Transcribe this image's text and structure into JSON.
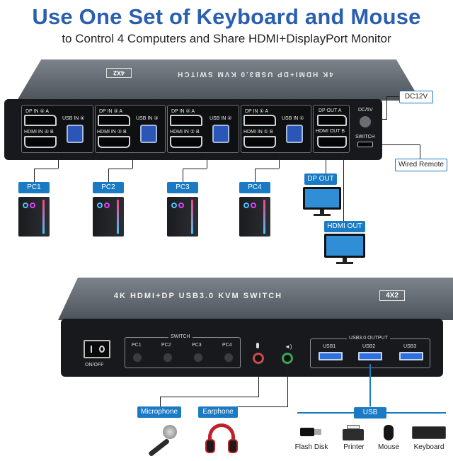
{
  "headline": {
    "title": "Use One Set of Keyboard and Mouse",
    "subtitle": "to Control 4 Computers and Share HDMI+DisplayPort Monitor"
  },
  "rear": {
    "product_label": "4K HDMI+DP USB3.0 KVM SWITCH",
    "model_badge": "4X2",
    "groups": [
      {
        "dp": "DP IN ④ A",
        "hdmi": "HDMI IN ④ B",
        "usb": "USB IN ④"
      },
      {
        "dp": "DP IN ③ A",
        "hdmi": "HDMI IN ③ B",
        "usb": "USB IN ③"
      },
      {
        "dp": "DP IN ② A",
        "hdmi": "HDMI IN ② B",
        "usb": "USB IN ②"
      },
      {
        "dp": "DP IN ① A",
        "hdmi": "HDMI IN ① B",
        "usb": "USB IN ①"
      }
    ],
    "dp_out": "DP OUT A",
    "hdmi_out": "HDMI OUT B",
    "dc_port": "DC/5V",
    "switch_port": "SWITCH",
    "dc_tag": "DC12V",
    "remote_tag": "Wired Remote",
    "pcs": [
      "PC1",
      "PC2",
      "PC3",
      "PC4"
    ],
    "dp_out_tag": "DP OUT",
    "hdmi_out_tag": "HDMI OUT"
  },
  "front": {
    "product_label": "4K HDMI+DP USB3.0 KVM SWITCH",
    "model_badge": "4X2",
    "power_label": "ON/OFF",
    "switch_group": "SWITCH",
    "buttons": [
      "PC1",
      "PC2",
      "PC3",
      "PC4"
    ],
    "usb_group": "USB3.0 OUTPUT",
    "usb_ports": [
      "USB1",
      "USB2",
      "USB3"
    ],
    "microphone_tag": "Microphone",
    "earphone_tag": "Earphone",
    "usb_tag": "USB",
    "peripherals": [
      "Flash Disk",
      "Printer",
      "Mouse",
      "Keyboard"
    ]
  },
  "colors": {
    "title_blue": "#2a5fb0",
    "tag_blue": "#1a7ac4",
    "device_gray": "#5d636a",
    "usb_blue": "#2c6fe0",
    "mic_red": "#c0202a"
  }
}
